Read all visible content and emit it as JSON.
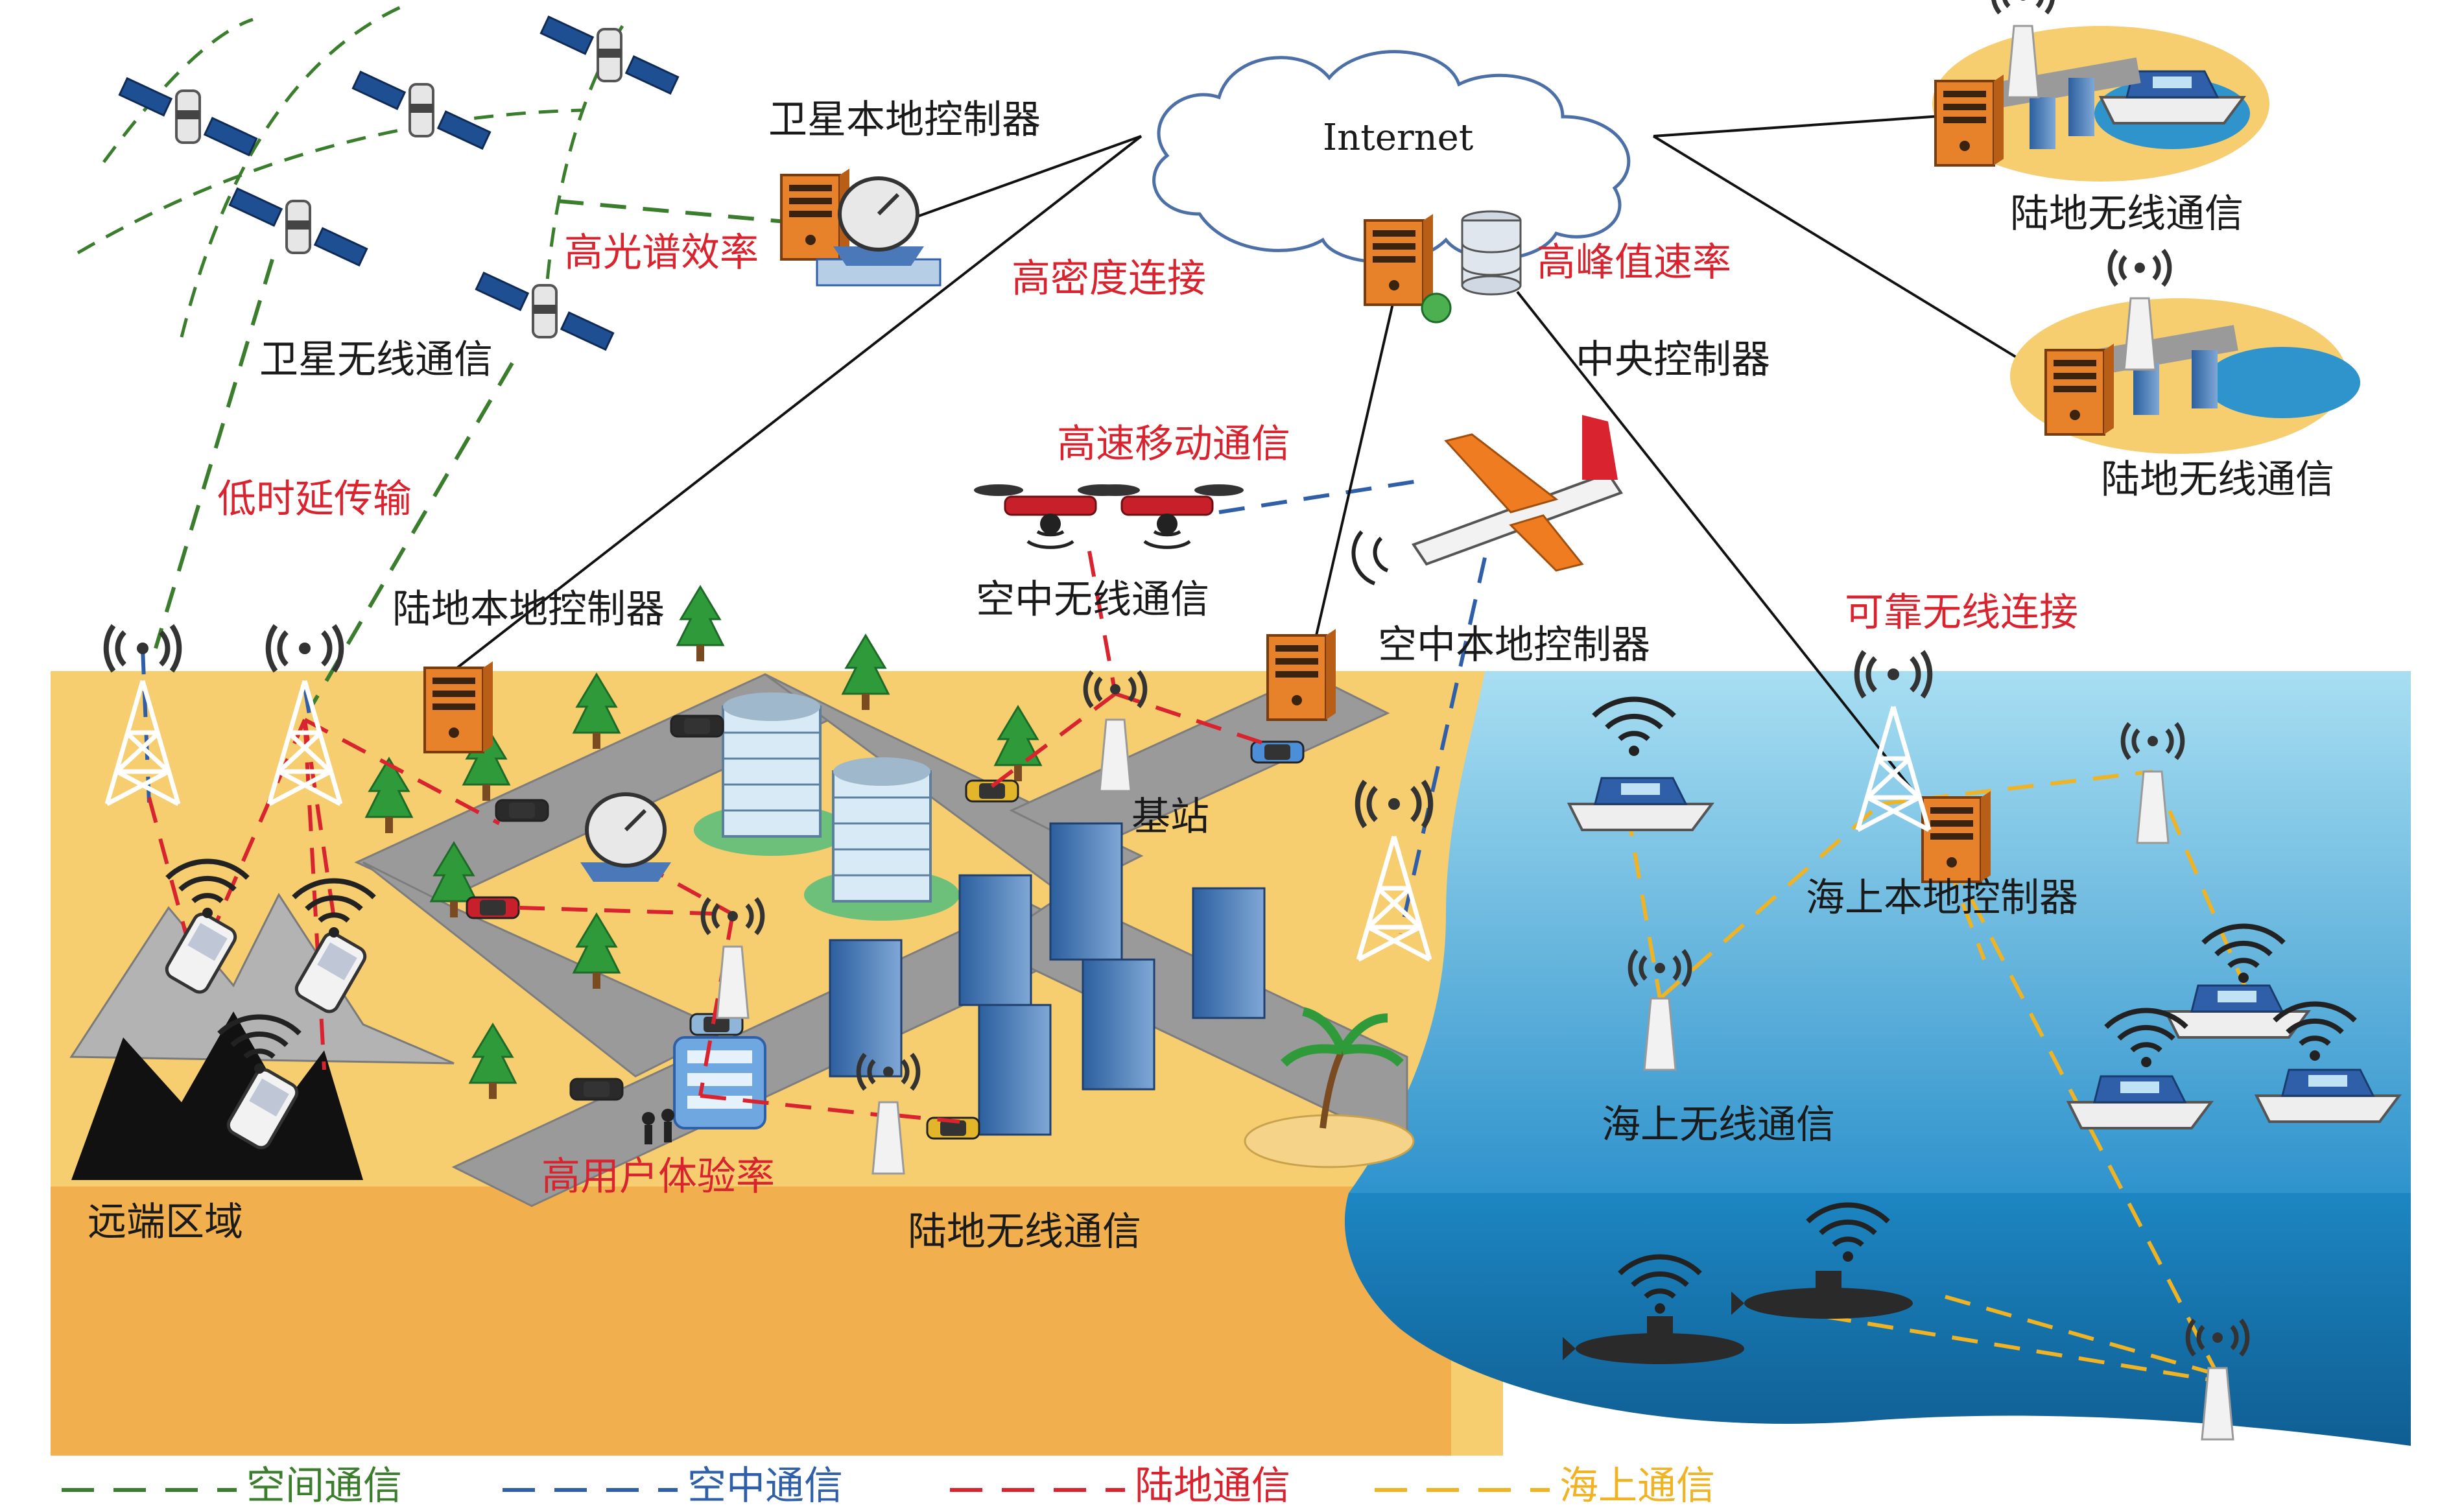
{
  "labels": {
    "satellite_controller": "卫星本地控制器",
    "internet": "Internet",
    "land_wireless_top1": "陆地无线通信",
    "land_wireless_top2": "陆地无线通信",
    "high_spectral": "高光谱效率",
    "high_density": "高密度连接",
    "high_peak": "高峰值速率",
    "central_controller": "中央控制器",
    "satellite_wireless": "卫星无线通信",
    "high_speed_mobile": "高速移动通信",
    "low_latency": "低时延传输",
    "air_wireless": "空中无线通信",
    "land_local_controller": "陆地本地控制器",
    "air_local_controller": "空中本地控制器",
    "reliable": "可靠无线连接",
    "base_station": "基站",
    "sea_local_controller": "海上本地控制器",
    "sea_wireless": "海上无线通信",
    "high_user_exp": "高用户体验率",
    "remote_area": "远端区域",
    "land_wireless_bottom": "陆地无线通信"
  },
  "legend": [
    {
      "label": "空间通信",
      "color": "#3a7d2c"
    },
    {
      "label": "空中通信",
      "color": "#2f5fa8"
    },
    {
      "label": "陆地通信",
      "color": "#d9232e"
    },
    {
      "label": "海上通信",
      "color": "#f0b323"
    }
  ],
  "colors": {
    "land": "#f6cd6f",
    "land_dark": "#f1b04d",
    "sea_shallow": "#8fd2ec",
    "sea_deep": "#1b7bb5",
    "road": "#9a9a9a",
    "server": "#e8822a"
  }
}
